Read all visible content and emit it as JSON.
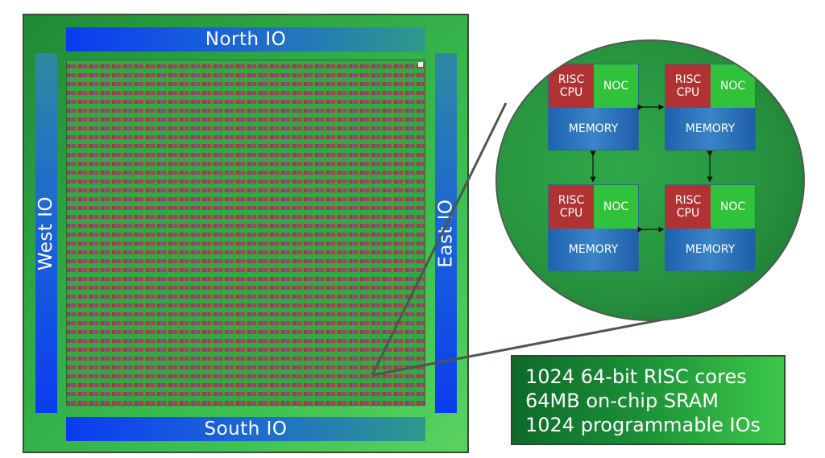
{
  "chip": {
    "north_io": "North IO",
    "south_io": "South IO",
    "west_io": "West IO",
    "east_io": "East IO"
  },
  "zoom": {
    "cores": [
      {
        "cpu_line1": "RISC",
        "cpu_line2": "CPU",
        "noc": "NOC",
        "memory": "MEMORY"
      },
      {
        "cpu_line1": "RISC",
        "cpu_line2": "CPU",
        "noc": "NOC",
        "memory": "MEMORY"
      },
      {
        "cpu_line1": "RISC",
        "cpu_line2": "CPU",
        "noc": "NOC",
        "memory": "MEMORY"
      },
      {
        "cpu_line1": "RISC",
        "cpu_line2": "CPU",
        "noc": "NOC",
        "memory": "MEMORY"
      }
    ]
  },
  "specs": {
    "line1": "1024 64-bit RISC cores",
    "line2": "64MB on-chip SRAM",
    "line3": "1024 programmable IOs"
  },
  "colors": {
    "chip_green": "#30a844",
    "io_blue": "#0a3cf0",
    "cpu_red": "#b03232",
    "noc_green": "#2fc23a",
    "memory_blue": "#3a84c8"
  }
}
